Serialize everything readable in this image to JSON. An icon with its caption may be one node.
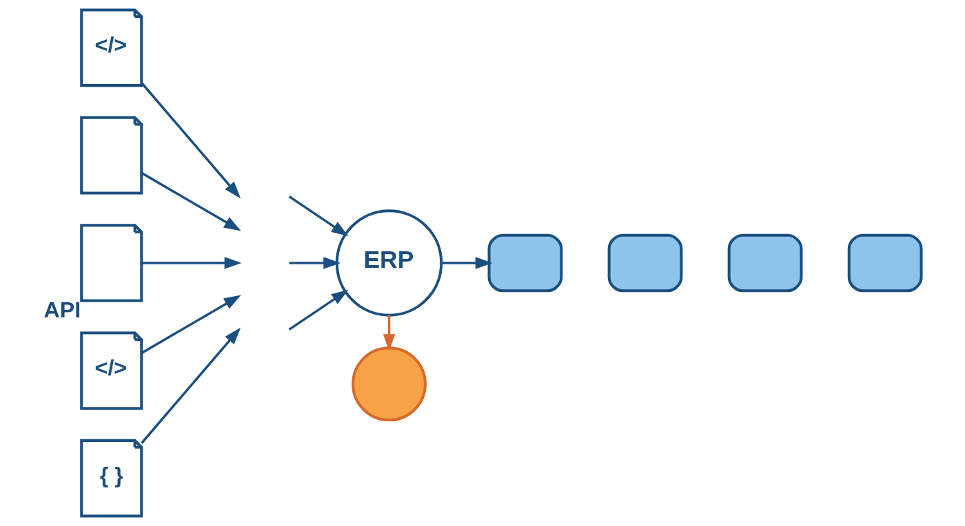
{
  "diagram": {
    "nodes": [
      {
        "text": [
          "</>"
        ]
      },
      {
        "text": [],
        "shape": "document"
      },
      {
        "text": [],
        "shape": "document",
        "beside": [
          "API"
        ]
      },
      {
        "text": [
          "</>"
        ]
      },
      {
        "text": [
          "{ }"
        ]
      },
      {
        "text": [
          "ERP"
        ]
      },
      {
        "text": [],
        "shape": "box"
      },
      {
        "text": [],
        "shape": "box"
      },
      {
        "text": [],
        "shape": "box"
      },
      {
        "text": [],
        "shape": "box"
      },
      {
        "text": [],
        "shape": "circle"
      }
    ],
    "edges": [
      {
        "from": 0,
        "to": null,
        "arrow": "to"
      },
      {
        "from": 1,
        "to": null,
        "arrow": "to"
      },
      {
        "from": 2,
        "to": null,
        "arrow": "to"
      },
      {
        "from": 3,
        "to": null,
        "arrow": "to"
      },
      {
        "from": 4,
        "to": null,
        "arrow": "to"
      },
      {
        "from": null,
        "to": 5,
        "arrow": "to"
      },
      {
        "from": null,
        "to": 5,
        "arrow": "to"
      },
      {
        "from": null,
        "to": 5,
        "arrow": "to"
      },
      {
        "from": 5,
        "to": 6,
        "arrow": "to"
      },
      {
        "from": 5,
        "to": 10,
        "arrow": "to",
        "color": "#d9692b"
      }
    ]
  }
}
